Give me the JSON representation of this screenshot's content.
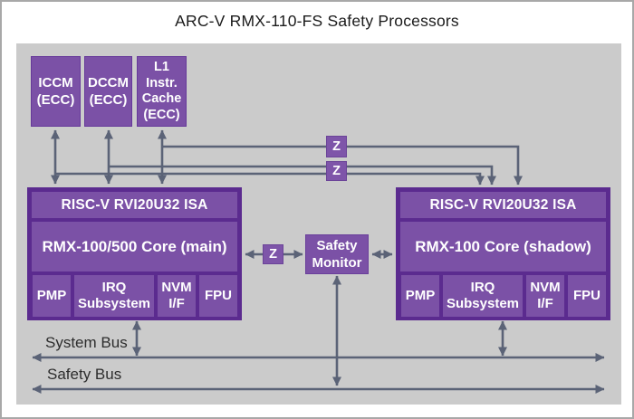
{
  "title": "ARC-V RMX-110-FS Safety Processors",
  "labels": {
    "z": "Z"
  },
  "memory_blocks": [
    {
      "id": "iccm",
      "label": "ICCM\n(ECC)"
    },
    {
      "id": "dccm",
      "label": "DCCM\n(ECC)"
    },
    {
      "id": "l1_icache",
      "label": "L1\nInstr.\nCache\n(ECC)"
    }
  ],
  "cores": {
    "left": {
      "isa": "RISC-V RVI20U32 ISA",
      "name": "RMX-100/500 Core (main)",
      "units": [
        "PMP",
        "IRQ\nSubsystem",
        "NVM\nI/F",
        "FPU"
      ]
    },
    "right": {
      "isa": "RISC-V RVI20U32 ISA",
      "name": "RMX-100 Core (shadow)",
      "units": [
        "PMP",
        "IRQ\nSubsystem",
        "NVM\nI/F",
        "FPU"
      ]
    }
  },
  "safety_monitor": {
    "label": "Safety\nMonitor"
  },
  "buses": {
    "system": "System Bus",
    "safety": "Safety Bus"
  },
  "colors": {
    "panel_gray": "#cbcbcb",
    "purple_light": "#7b51a6",
    "purple_dark": "#5b2b8f",
    "wire": "#5b6377",
    "text_on_purple": "#ffffff"
  }
}
